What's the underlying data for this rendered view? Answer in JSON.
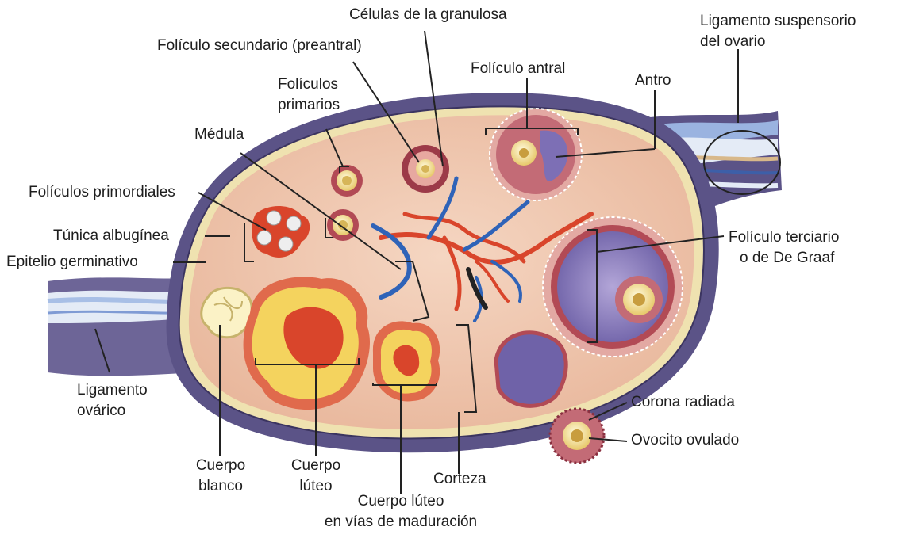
{
  "diagram": {
    "labels": {
      "celulas_granulosa": "Células de la granulosa",
      "ligamento_suspensorio": [
        "Ligamento suspensorio",
        "del ovario"
      ],
      "foliculo_secundario": "Folículo secundario (preantral)",
      "foliculo_antral": "Folículo antral",
      "foliculos_primarios": [
        "Folículos",
        "primarios"
      ],
      "antro": "Antro",
      "medula": "Médula",
      "foliculos_primordiales": "Folículos primordiales",
      "tunica_albuginea": "Túnica albugínea",
      "epitelio_germinativo": "Epitelio germinativo",
      "foliculo_terciario": [
        "Folículo terciario",
        "o de De Graaf"
      ],
      "ligamento_ovarico": [
        "Ligamento",
        "ovárico"
      ],
      "corona_radiada": "Corona radiada",
      "ovocito_ovulado": "Ovocito ovulado",
      "cuerpo_blanco": [
        "Cuerpo",
        "blanco"
      ],
      "cuerpo_luteo": [
        "Cuerpo",
        "lúteo"
      ],
      "corteza": "Corteza",
      "cuerpo_luteo_maduracion": [
        "Cuerpo lúteo",
        "en vías de maduración"
      ]
    },
    "colors": {
      "stroma": "#f0c9b2",
      "capsule": "#5b5387",
      "albuginea": "#e8d9a8",
      "corpus_luteum": "#f4d35e",
      "corpus_luteum_dark": "#c9402a",
      "vessel_red": "#d9452b",
      "vessel_blue": "#2f63b8",
      "antrum": "#8a7fbf",
      "follicle_wall": "#b24a55",
      "oocyte": "#f6e7a0"
    }
  }
}
